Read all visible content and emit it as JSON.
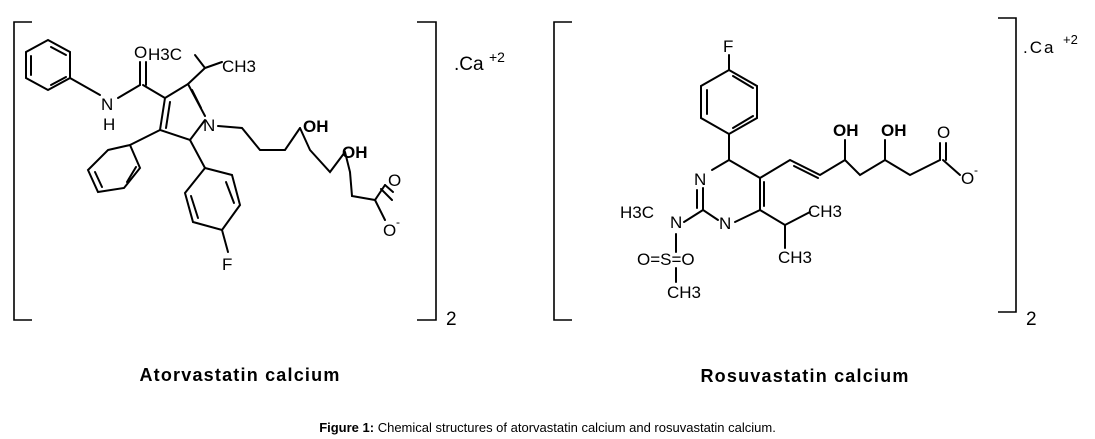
{
  "structures": [
    {
      "name": "Atorvastatin calcium",
      "salt": ".Ca",
      "charge": "+2",
      "multiplier": "2",
      "atoms": {
        "carbonyl_o": "O",
        "amide_n": "N",
        "amide_h": "H",
        "pyrrole_n": "N",
        "isopropyl_left": "H3C",
        "isopropyl_right": "CH3",
        "oh1": "OH",
        "oh2": "OH",
        "acid_o": "O",
        "acid_o_minus": "O",
        "minus": "-",
        "fluorine": "F"
      }
    },
    {
      "name": "Rosuvastatin calcium",
      "salt": ".Ca",
      "charge": "+2",
      "multiplier": "2",
      "atoms": {
        "fluorine": "F",
        "n_ring_top": "N",
        "n_ring_bottom": "N",
        "n_methyl": "N",
        "methyl_n": "H3C",
        "isopropyl_top": "CH3",
        "isopropyl_bottom": "CH3",
        "sulfonyl": "O=S=O",
        "s_methyl": "CH3",
        "oh1": "OH",
        "oh2": "OH",
        "acid_o": "O",
        "acid_o_minus": "O",
        "minus": "-"
      }
    }
  ],
  "caption": {
    "label": "Figure 1:",
    "text": " Chemical structures of atorvastatin calcium and rosuvastatin calcium."
  }
}
